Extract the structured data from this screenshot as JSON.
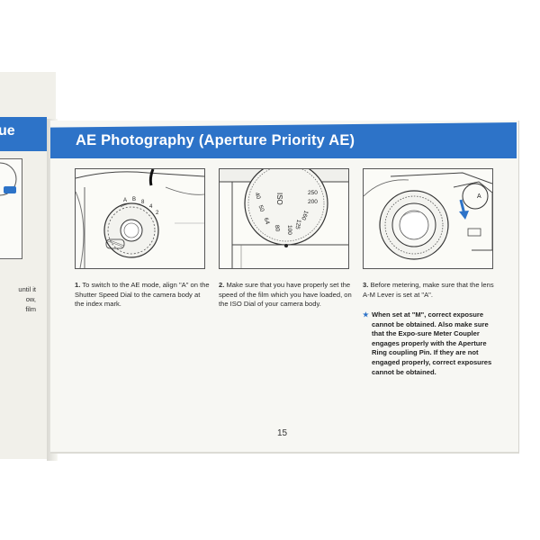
{
  "left_page": {
    "banner_text": "ue",
    "text_lines": [
      "until it",
      "ow,",
      "film"
    ]
  },
  "header": {
    "title": "AE Photography (Aperture Priority AE)"
  },
  "illustrations": {
    "dial": {
      "marks": [
        "A",
        "B",
        "8",
        "4",
        "2"
      ]
    },
    "iso": {
      "marks": [
        "ISO",
        "40",
        "50",
        "64",
        "80",
        "100",
        "125",
        "160",
        "200",
        "250"
      ]
    },
    "lever": {
      "mark": "A"
    }
  },
  "steps": [
    {
      "number": "1.",
      "text": "To switch to the AE mode, align \"A\" on the Shutter Speed Dial to the camera body at the index mark."
    },
    {
      "number": "2.",
      "text": "Make sure that you have properly set the speed of the film which you have loaded, on the ISO Dial of your camera body."
    },
    {
      "number": "3.",
      "text": "Before metering, make sure that the lens A-M Lever is set at \"A\"."
    }
  ],
  "note": {
    "symbol": "★",
    "text": "When set at \"M\", correct exposure cannot be obtained. Also make sure that the Expo-sure Meter Coupler engages properly with the Aperture Ring coupling Pin. If they are not engaged properly, correct exposures cannot be obtained."
  },
  "colors": {
    "banner_blue": "#2d73c8",
    "paper": "#f7f7f3"
  },
  "page_number": "15"
}
